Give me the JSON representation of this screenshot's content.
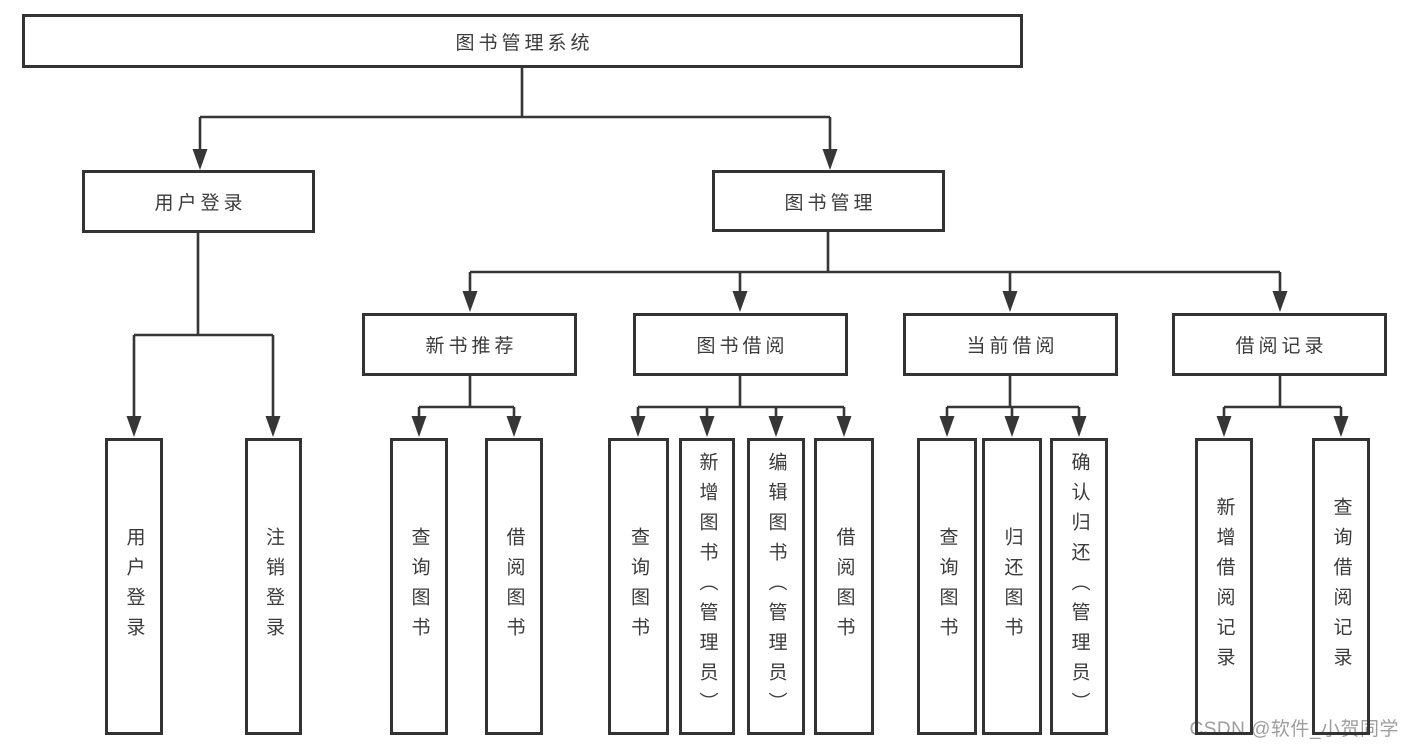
{
  "diagram": {
    "root_label": "图书管理系统",
    "user_login": {
      "label": "用户登录",
      "children": [
        {
          "label": "用户登录"
        },
        {
          "label": "注销登录"
        }
      ]
    },
    "book_management": {
      "label": "图书管理",
      "modules": [
        {
          "label": "新书推荐",
          "children": [
            {
              "label": "查询图书"
            },
            {
              "label": "借阅图书"
            }
          ]
        },
        {
          "label": "图书借阅",
          "children": [
            {
              "label": "查询图书"
            },
            {
              "label": "新增图书（管理员）"
            },
            {
              "label": "编辑图书（管理员）"
            },
            {
              "label": "借阅图书"
            }
          ]
        },
        {
          "label": "当前借阅",
          "children": [
            {
              "label": "查询图书"
            },
            {
              "label": "归还图书"
            },
            {
              "label": "确认归还（管理员）"
            }
          ]
        },
        {
          "label": "借阅记录",
          "children": [
            {
              "label": "新增借阅记录"
            },
            {
              "label": "查询借阅记录"
            }
          ]
        }
      ]
    }
  },
  "watermark": "CSDN @软件_小贺同学",
  "colors": {
    "line": "#363636",
    "box_border": "#333333",
    "text": "#3b3b3b",
    "watermark": "#9e9e9e",
    "background": "#ffffff"
  }
}
